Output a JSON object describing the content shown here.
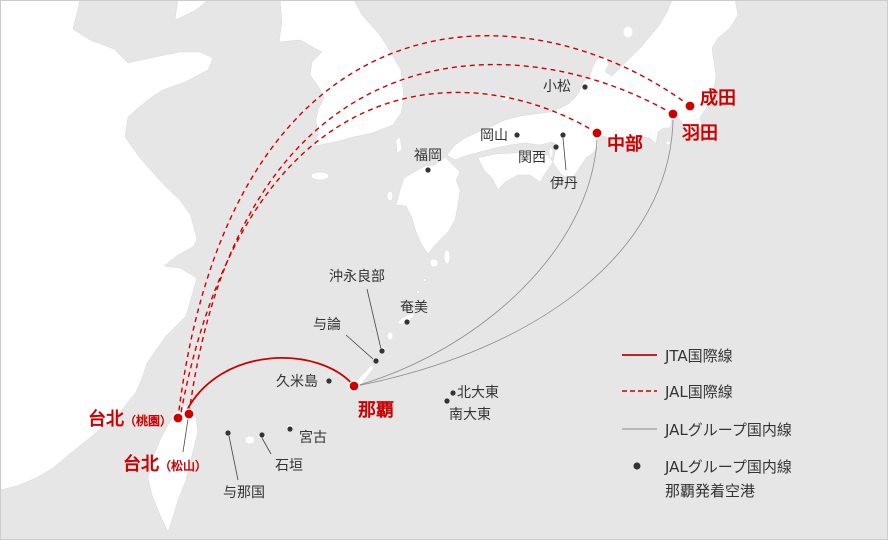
{
  "colors": {
    "sea": "#e6e6e6",
    "land": "#ffffff",
    "jta_international": "#cc0000",
    "jal_international": "#cc0000",
    "jal_domestic": "#8a8a8a",
    "hub": "#cc0000",
    "airport_dot": "#333333",
    "label": "#333333",
    "border": "#cccccc"
  },
  "hubs": {
    "narita": "成田",
    "haneda": "羽田",
    "chubu": "中部",
    "naha": "那覇",
    "taipei_taoyuan": {
      "city": "台北",
      "airport": "（桃園）"
    },
    "taipei_songshan": {
      "city": "台北",
      "airport": "（松山）"
    }
  },
  "airports": {
    "komatsu": "小松",
    "okayama": "岡山",
    "kansai": "関西",
    "itami": "伊丹",
    "fukuoka": "福岡",
    "amami": "奄美",
    "okinoerabu": "沖永良部",
    "yoron": "与論",
    "kumejima": "久米島",
    "kitadaito": "北大東",
    "minamidaito": "南大東",
    "miyako": "宮古",
    "ishigaki": "石垣",
    "yonaguni": "与那国"
  },
  "legend": {
    "jta_international": "JTA国際線",
    "jal_international": "JAL国際線",
    "jal_domestic": "JALグループ国内線",
    "naha_airports_line1": "JALグループ国内線",
    "naha_airports_line2": "那覇発着空港"
  }
}
